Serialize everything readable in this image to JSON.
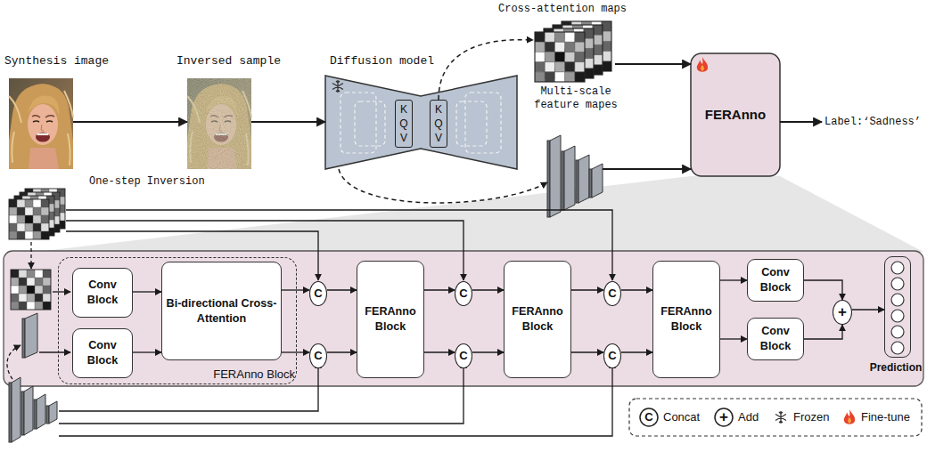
{
  "diagram": {
    "nodes": [
      {
        "text": [
          "Synthesis image"
        ]
      },
      {
        "text": [
          "Inversed sample"
        ]
      },
      {
        "text": [
          "Diffusion model"
        ]
      },
      {
        "text": [
          "K Q V"
        ],
        "in": 2
      },
      {
        "text": [
          "K Q V"
        ],
        "in": 2
      },
      {
        "text": [
          "Cross-attention maps"
        ]
      },
      {
        "text": [
          "Multi-scale feature mapes"
        ]
      },
      {
        "text": [
          "FERAnno"
        ]
      },
      {
        "text": [
          "Label:‘Sadness’"
        ]
      },
      {
        "text": [
          "FERAnno Block"
        ]
      },
      {
        "text": [
          "Conv Block"
        ],
        "in": 9
      },
      {
        "text": [
          "Conv Block"
        ],
        "in": 9
      },
      {
        "text": [
          "Bi-directional Cross-Attention"
        ],
        "in": 9
      },
      {
        "text": [
          "C"
        ]
      },
      {
        "text": [
          "C"
        ]
      },
      {
        "text": [
          "FERAnno Block"
        ]
      },
      {
        "text": [
          "C"
        ]
      },
      {
        "text": [
          "C"
        ]
      },
      {
        "text": [
          "FERAnno Block"
        ]
      },
      {
        "text": [
          "C"
        ]
      },
      {
        "text": [
          "C"
        ]
      },
      {
        "text": [
          "FERAnno Block"
        ]
      },
      {
        "text": [
          "Conv Block"
        ]
      },
      {
        "text": [
          "Conv Block"
        ]
      },
      {
        "text": [
          "+"
        ]
      },
      {
        "text": [
          "Prediction"
        ]
      }
    ],
    "edges": [
      {
        "from": 0,
        "to": 1,
        "arrow": "to"
      },
      {
        "from": 1,
        "to": 2,
        "arrow": "to"
      },
      {
        "from": 4,
        "to": 5,
        "arrow": "to"
      },
      {
        "from": 2,
        "to": 6,
        "arrow": "to"
      },
      {
        "from": 5,
        "to": 7,
        "arrow": "to"
      },
      {
        "from": 6,
        "to": 7,
        "arrow": "to"
      },
      {
        "from": 7,
        "to": 8,
        "arrow": "to"
      },
      {
        "from": 10,
        "to": 12,
        "arrow": "to"
      },
      {
        "from": 11,
        "to": 12,
        "arrow": "to"
      },
      {
        "from": 12,
        "to": 13,
        "arrow": "to"
      },
      {
        "from": 12,
        "to": 14,
        "arrow": "to"
      },
      {
        "from": 13,
        "to": 15,
        "arrow": "to"
      },
      {
        "from": 14,
        "to": 15,
        "arrow": "to"
      },
      {
        "from": 15,
        "to": 16,
        "arrow": "to"
      },
      {
        "from": 15,
        "to": 17,
        "arrow": "to"
      },
      {
        "from": 16,
        "to": 18,
        "arrow": "to"
      },
      {
        "from": 17,
        "to": 18,
        "arrow": "to"
      },
      {
        "from": 18,
        "to": 19,
        "arrow": "to"
      },
      {
        "from": 18,
        "to": 20,
        "arrow": "to"
      },
      {
        "from": 19,
        "to": 21,
        "arrow": "to"
      },
      {
        "from": 20,
        "to": 21,
        "arrow": "to"
      },
      {
        "from": 21,
        "to": 22,
        "arrow": "to"
      },
      {
        "from": 21,
        "to": 23,
        "arrow": "to"
      },
      {
        "from": 22,
        "to": 24,
        "arrow": "to"
      },
      {
        "from": 23,
        "to": 24,
        "arrow": "to"
      },
      {
        "from": 24,
        "to": 25,
        "arrow": "to"
      }
    ],
    "labels": [
      "One-step Inversion",
      "C",
      "+"
    ],
    "legend": [
      {
        "text": "Concat"
      },
      {
        "text": "Add"
      },
      {
        "text": "Frozen"
      },
      {
        "text": "Fine-tune"
      }
    ]
  }
}
